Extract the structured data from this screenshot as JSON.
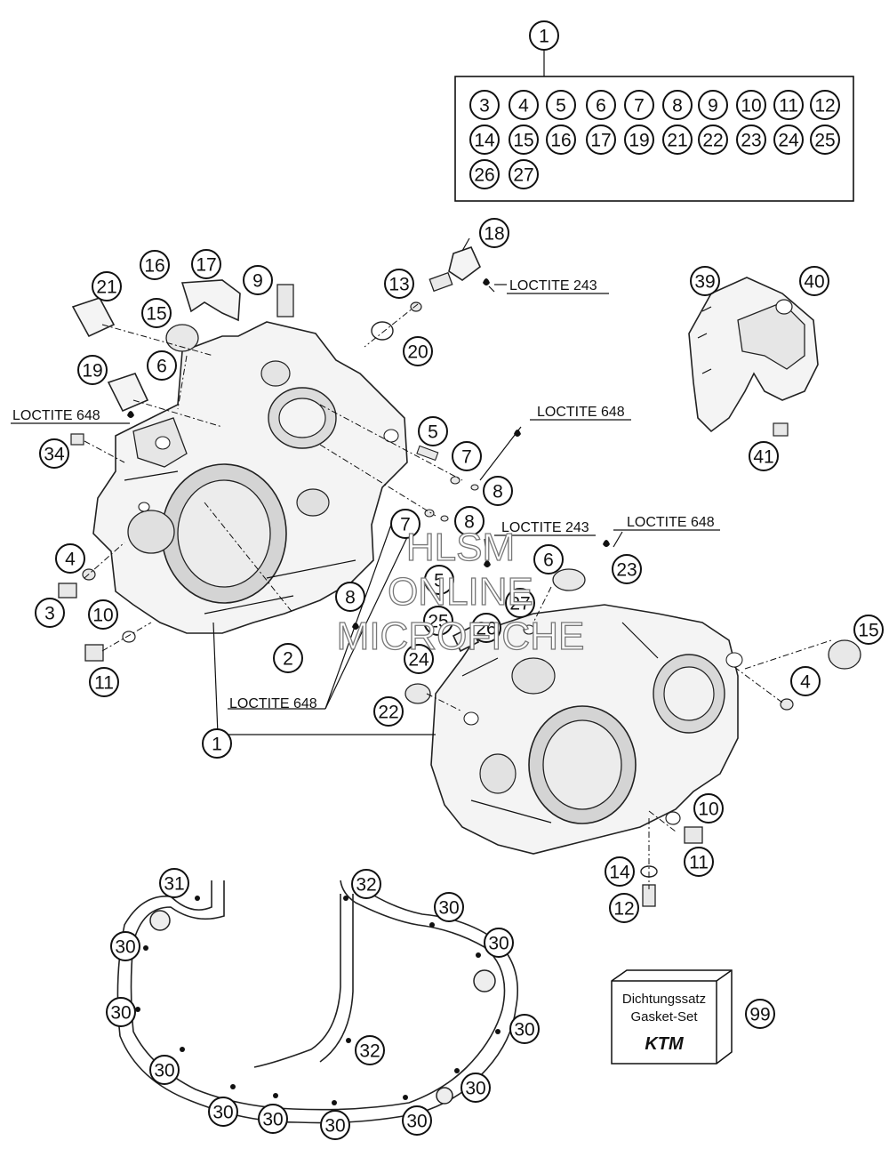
{
  "kit_box": {
    "ref": "1",
    "items": [
      "3",
      "4",
      "5",
      "6",
      "7",
      "8",
      "9",
      "10",
      "11",
      "12",
      "14",
      "15",
      "16",
      "17",
      "19",
      "21",
      "22",
      "23",
      "24",
      "25",
      "26",
      "27"
    ]
  },
  "callouts": [
    {
      "id": "c18",
      "n": "18"
    },
    {
      "id": "c16",
      "n": "16"
    },
    {
      "id": "c17",
      "n": "17"
    },
    {
      "id": "c9",
      "n": "9"
    },
    {
      "id": "c21",
      "n": "21"
    },
    {
      "id": "c15a",
      "n": "15"
    },
    {
      "id": "c13",
      "n": "13"
    },
    {
      "id": "c20",
      "n": "20"
    },
    {
      "id": "c39",
      "n": "39"
    },
    {
      "id": "c40",
      "n": "40"
    },
    {
      "id": "c41",
      "n": "41"
    },
    {
      "id": "c19",
      "n": "19"
    },
    {
      "id": "c6a",
      "n": "6"
    },
    {
      "id": "c34",
      "n": "34"
    },
    {
      "id": "c5a",
      "n": "5"
    },
    {
      "id": "c7a",
      "n": "7"
    },
    {
      "id": "c8a",
      "n": "8"
    },
    {
      "id": "c7b",
      "n": "7"
    },
    {
      "id": "c8b",
      "n": "8"
    },
    {
      "id": "c6b",
      "n": "6"
    },
    {
      "id": "c23",
      "n": "23"
    },
    {
      "id": "c4a",
      "n": "4"
    },
    {
      "id": "c3",
      "n": "3"
    },
    {
      "id": "c10a",
      "n": "10"
    },
    {
      "id": "c5b",
      "n": "5"
    },
    {
      "id": "c27",
      "n": "27"
    },
    {
      "id": "c8c",
      "n": "8"
    },
    {
      "id": "c25",
      "n": "25"
    },
    {
      "id": "c26",
      "n": "26"
    },
    {
      "id": "c24",
      "n": "24"
    },
    {
      "id": "c11a",
      "n": "11"
    },
    {
      "id": "c2",
      "n": "2"
    },
    {
      "id": "c15b",
      "n": "15"
    },
    {
      "id": "c4b",
      "n": "4"
    },
    {
      "id": "c22",
      "n": "22"
    },
    {
      "id": "c1b",
      "n": "1"
    },
    {
      "id": "c10b",
      "n": "10"
    },
    {
      "id": "c11b",
      "n": "11"
    },
    {
      "id": "c14",
      "n": "14"
    },
    {
      "id": "c12",
      "n": "12"
    },
    {
      "id": "c31",
      "n": "31"
    },
    {
      "id": "c32a",
      "n": "32"
    },
    {
      "id": "c30a",
      "n": "30"
    },
    {
      "id": "c30b",
      "n": "30"
    },
    {
      "id": "c30c",
      "n": "30"
    },
    {
      "id": "c30d",
      "n": "30"
    },
    {
      "id": "c30e",
      "n": "30"
    },
    {
      "id": "c30f",
      "n": "30"
    },
    {
      "id": "c32b",
      "n": "32"
    },
    {
      "id": "c30g",
      "n": "30"
    },
    {
      "id": "c30h",
      "n": "30"
    },
    {
      "id": "c30i",
      "n": "30"
    },
    {
      "id": "c30j",
      "n": "30"
    },
    {
      "id": "c30k",
      "n": "30"
    },
    {
      "id": "c99",
      "n": "99"
    }
  ],
  "labels": {
    "loctite_243_top": "LOCTITE 243",
    "loctite_648_left": "LOCTITE 648",
    "loctite_648_right": "LOCTITE 648",
    "loctite_243_mid": "LOCTITE 243",
    "loctite_648_mid": "LOCTITE 648",
    "loctite_648_bottom": "LOCTITE 648"
  },
  "gasket_set": {
    "line1": "Dichtungssatz",
    "line2": "Gasket-Set",
    "brand": "KTM"
  },
  "watermark": {
    "line1": "HLSM",
    "line2": "ONLINE",
    "line3": "MICROFICHE"
  }
}
